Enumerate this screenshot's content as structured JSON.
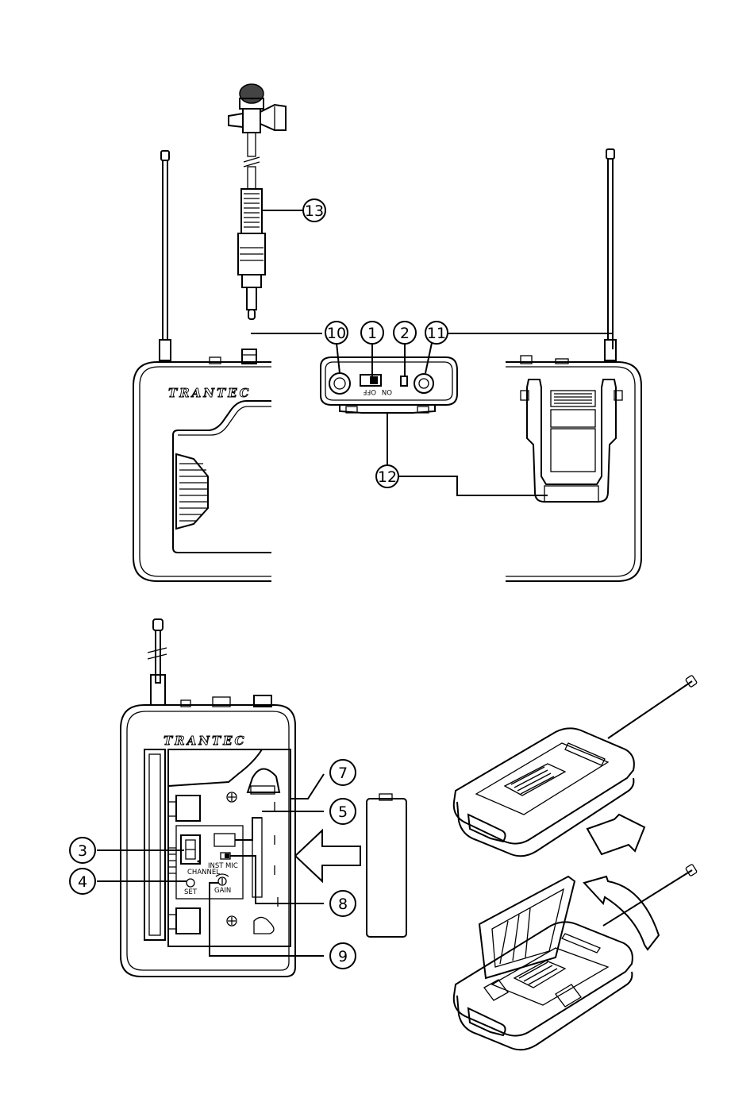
{
  "brand_label": "TRANTEC",
  "callouts": {
    "c1": "1",
    "c2": "2",
    "c3": "3",
    "c4": "4",
    "c5": "5",
    "c7": "7",
    "c8": "8",
    "c9": "9",
    "c10": "10",
    "c11": "11",
    "c12": "12",
    "c13": "13"
  },
  "top_switch": {
    "off_label": "OFF",
    "on_label": "ON"
  },
  "panel": {
    "channel_label": "CHANNEL",
    "set_label": "SET",
    "inst_label": "INST",
    "mic_label": "MIC",
    "gain_label": "GAIN"
  }
}
